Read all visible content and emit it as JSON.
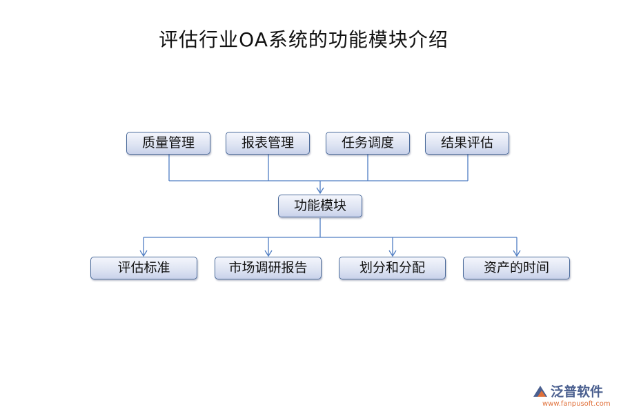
{
  "title": "评估行业OA系统的功能模块介绍",
  "top_modules": [
    "质量管理",
    "报表管理",
    "任务调度",
    "结果评估"
  ],
  "center_module": "功能模块",
  "bottom_modules": [
    "评估标准",
    "市场调研报告",
    "划分和分配",
    "资产的时间"
  ],
  "logo": {
    "name": "泛普软件",
    "url": "www.fanpusoft.com"
  },
  "colors": {
    "line": "#4f7dc2",
    "box_border": "#4a6a9a",
    "logo_blue": "#4a5f8f",
    "logo_orange": "#e0703a"
  }
}
